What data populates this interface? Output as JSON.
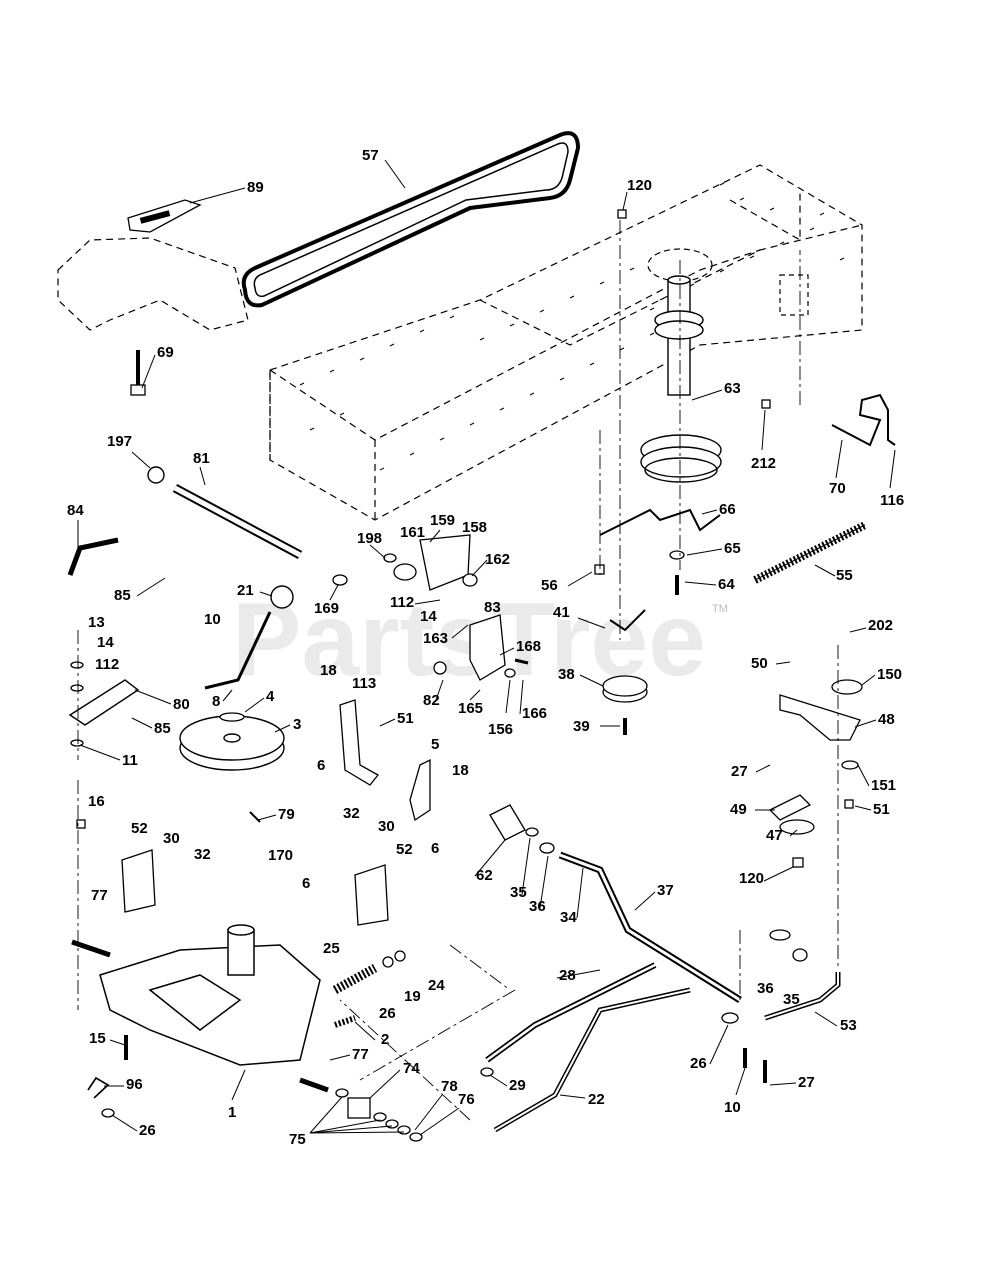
{
  "watermark": {
    "text": "PartsTree",
    "trademark": "TM"
  },
  "callouts": [
    "57",
    "89",
    "120",
    "69",
    "63",
    "212",
    "70",
    "116",
    "197",
    "81",
    "84",
    "85",
    "198",
    "161",
    "159",
    "158",
    "162",
    "66",
    "65",
    "64",
    "56",
    "55",
    "21",
    "169",
    "112",
    "14",
    "83",
    "163",
    "168",
    "41",
    "202",
    "13",
    "14",
    "112",
    "80",
    "85",
    "10",
    "8",
    "18",
    "113",
    "51",
    "82",
    "165",
    "156",
    "166",
    "38",
    "50",
    "150",
    "48",
    "39",
    "4",
    "3",
    "11",
    "6",
    "5",
    "18",
    "27",
    "151",
    "51",
    "49",
    "47",
    "16",
    "52",
    "30",
    "32",
    "79",
    "32",
    "30",
    "52",
    "62",
    "35",
    "36",
    "6",
    "120",
    "170",
    "6",
    "77",
    "34",
    "37",
    "25",
    "19",
    "24",
    "26",
    "28",
    "2",
    "36",
    "35",
    "53",
    "15",
    "77",
    "74",
    "29",
    "26",
    "96",
    "1",
    "78",
    "76",
    "22",
    "10",
    "27",
    "26",
    "75"
  ]
}
